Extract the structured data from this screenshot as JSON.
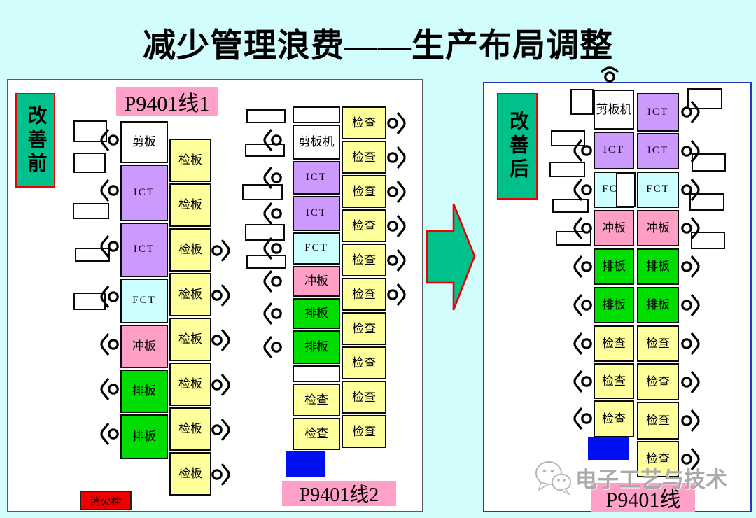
{
  "title": "减少管理浪费——生产布局调整",
  "colors": {
    "page_background": "#d2fdfd",
    "panel_background": "#ffffff",
    "before_panel_border": "#595959",
    "after_panel_border": "#2e35b5",
    "badge_green": "#00c08b",
    "badge_border_red": "#ee0000",
    "arrow_green": "#00c08b",
    "arrow_border_red": "#ee0000",
    "machine_purple": "#cc99ff",
    "machine_cyan": "#ccffff",
    "machine_pink": "#ff9fc6",
    "machine_green": "#00dd00",
    "inspection_yellow": "#ffff9c",
    "line_label_pink": "#ffa0c8",
    "blue_block": "#0010f0",
    "fire_hydrant_red": "#ee0000"
  },
  "before": {
    "badge": "改善前",
    "line1": {
      "label": "P9401线1",
      "machines": [
        {
          "label": "剪板",
          "color": "white"
        },
        {
          "label": "ICT",
          "color": "purple"
        },
        {
          "label": "ICT",
          "color": "purple"
        },
        {
          "label": "FCT",
          "color": "cyan"
        },
        {
          "label": "冲板",
          "color": "pink"
        },
        {
          "label": "排板",
          "color": "green"
        },
        {
          "label": "排板",
          "color": "green"
        }
      ],
      "inspections": [
        "检板",
        "检板",
        "检板",
        "检板",
        "检板",
        "检板",
        "检板",
        "检板"
      ],
      "fire_hydrant": "消火栓"
    },
    "line2": {
      "label": "P9401线2",
      "machines": [
        {
          "label": "",
          "color": "white"
        },
        {
          "label": "剪板机",
          "color": "white"
        },
        {
          "label": "ICT",
          "color": "purple"
        },
        {
          "label": "ICT",
          "color": "purple"
        },
        {
          "label": "FCT",
          "color": "cyan"
        },
        {
          "label": "冲板",
          "color": "pink"
        },
        {
          "label": "排板",
          "color": "green"
        },
        {
          "label": "排板",
          "color": "green"
        },
        {
          "label": "",
          "color": "white"
        },
        {
          "label": "检查",
          "color": "yellow"
        },
        {
          "label": "检查",
          "color": "yellow"
        }
      ],
      "inspections": [
        "检查",
        "检查",
        "检查",
        "检查",
        "检查",
        "检查",
        "检查",
        "检查",
        "检查",
        "检查"
      ]
    }
  },
  "after": {
    "badge": "改善后",
    "label": "P9401线",
    "left_column": [
      {
        "label": "剪板机",
        "color": "white"
      },
      {
        "label": "ICT",
        "color": "purple"
      },
      {
        "label": "FCT",
        "color": "cyan"
      },
      {
        "label": "冲板",
        "color": "pink"
      },
      {
        "label": "排板",
        "color": "green"
      },
      {
        "label": "排板",
        "color": "green"
      },
      {
        "label": "检查",
        "color": "yellow"
      },
      {
        "label": "检查",
        "color": "yellow"
      },
      {
        "label": "检查",
        "color": "yellow"
      }
    ],
    "right_column": [
      {
        "label": "ICT",
        "color": "purple"
      },
      {
        "label": "ICT",
        "color": "purple"
      },
      {
        "label": "FCT",
        "color": "cyan"
      },
      {
        "label": "冲板",
        "color": "pink"
      },
      {
        "label": "排板",
        "color": "green"
      },
      {
        "label": "排板",
        "color": "green"
      },
      {
        "label": "检查",
        "color": "yellow"
      },
      {
        "label": "检查",
        "color": "yellow"
      },
      {
        "label": "检查",
        "color": "yellow"
      },
      {
        "label": "检查",
        "color": "yellow"
      }
    ]
  },
  "watermark": "电子工艺与技术"
}
